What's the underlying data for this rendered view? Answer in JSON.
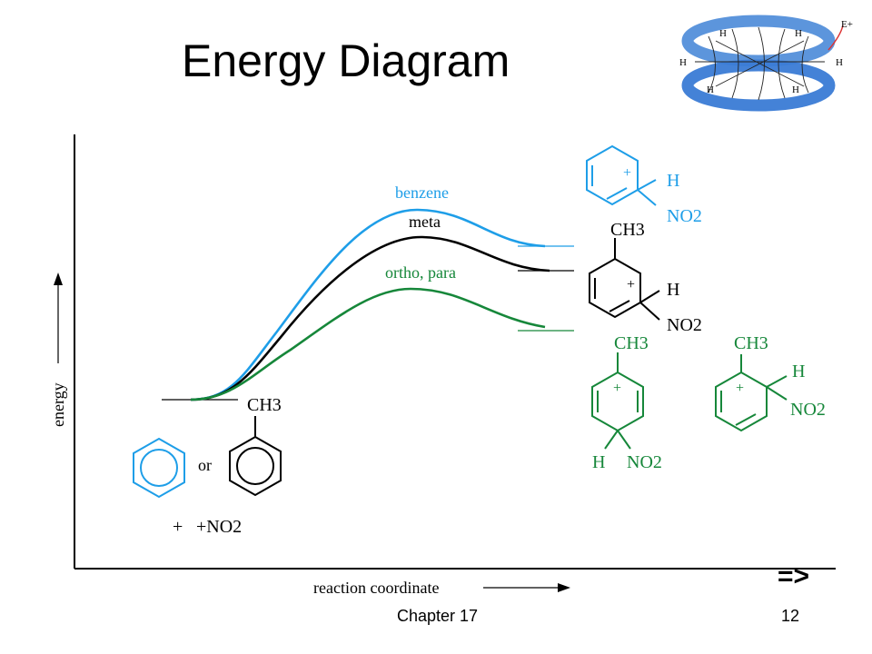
{
  "slide": {
    "title": "Energy Diagram",
    "footer_left": "Chapter 17",
    "footer_right": "12",
    "nav_next": "=>"
  },
  "logo": {
    "h_label": "H",
    "electrophile_label": "E+",
    "ring_color": "#3a7bd5"
  },
  "axes": {
    "y_label": "energy",
    "x_label": "reaction coordinate"
  },
  "curves": {
    "benzene": {
      "label": "benzene",
      "color": "#1e9ee8"
    },
    "meta": {
      "label": "meta",
      "color": "#000000"
    },
    "ortho_para": {
      "label": "ortho, para",
      "color": "#16873a"
    }
  },
  "reactants": {
    "substituent": "CH3",
    "or_text": "or",
    "plus_text": "+",
    "electrophile": "+NO2"
  },
  "intermediates": {
    "plus_charge": "+",
    "h_label": "H",
    "no2_label": "NO2",
    "ch3_label": "CH3"
  }
}
